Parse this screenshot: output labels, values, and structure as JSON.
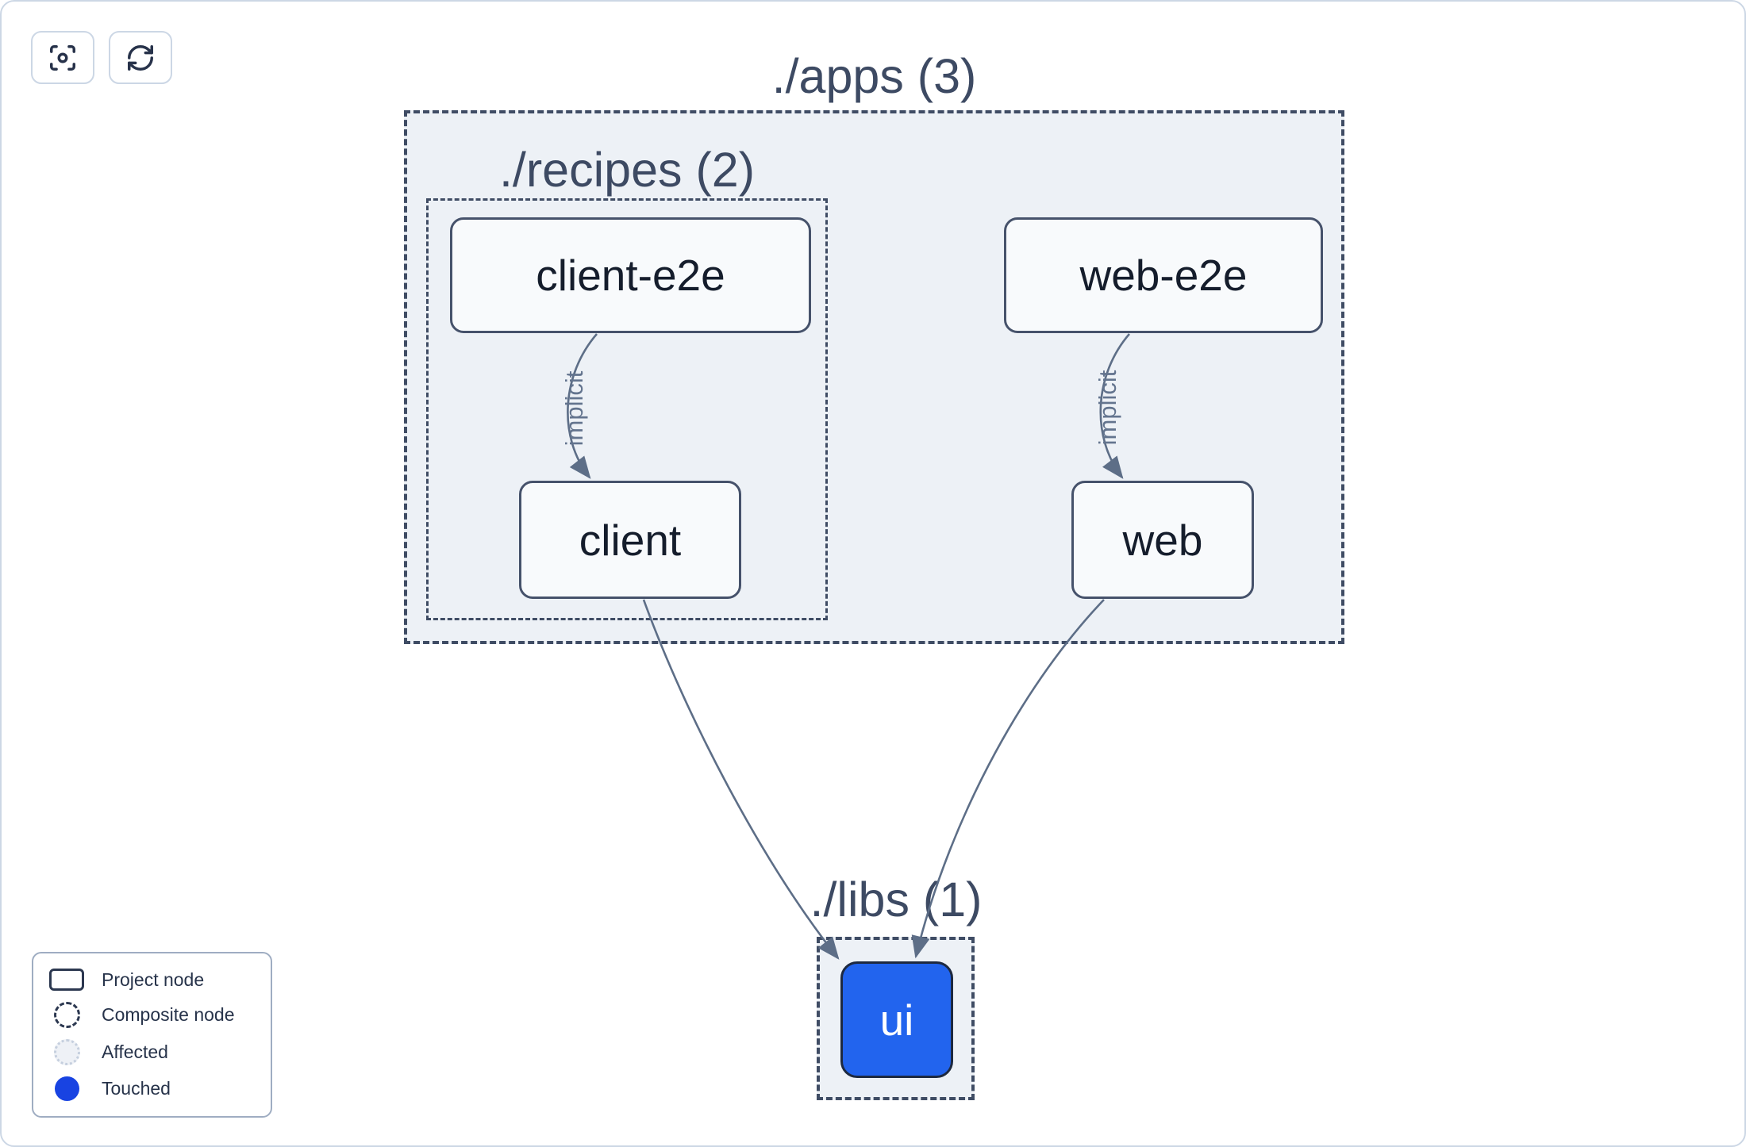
{
  "toolbar": {
    "buttons": [
      {
        "name": "focus",
        "icon": "focus-icon"
      },
      {
        "name": "refresh",
        "icon": "refresh-icon"
      }
    ]
  },
  "graph": {
    "groups": [
      {
        "id": "apps",
        "label": "./apps (3)",
        "count": 3
      },
      {
        "id": "recipes",
        "label": "./recipes (2)",
        "count": 2
      },
      {
        "id": "libs",
        "label": "./libs (1)",
        "count": 1
      }
    ],
    "nodes": [
      {
        "id": "client-e2e",
        "label": "client-e2e",
        "group": "recipes",
        "state": "normal"
      },
      {
        "id": "web-e2e",
        "label": "web-e2e",
        "group": "apps",
        "state": "normal"
      },
      {
        "id": "client",
        "label": "client",
        "group": "recipes",
        "state": "normal"
      },
      {
        "id": "web",
        "label": "web",
        "group": "apps",
        "state": "normal"
      },
      {
        "id": "ui",
        "label": "ui",
        "group": "libs",
        "state": "touched"
      }
    ],
    "edges": [
      {
        "source": "client-e2e",
        "target": "client",
        "label": "implicit"
      },
      {
        "source": "web-e2e",
        "target": "web",
        "label": "implicit"
      },
      {
        "source": "client",
        "target": "ui",
        "label": ""
      },
      {
        "source": "web",
        "target": "ui",
        "label": ""
      }
    ]
  },
  "legend": {
    "items": [
      {
        "label": "Project node",
        "swatch": "project-node"
      },
      {
        "label": "Composite node",
        "swatch": "composite-node"
      },
      {
        "label": "Affected",
        "swatch": "affected"
      },
      {
        "label": "Touched",
        "swatch": "touched"
      }
    ]
  },
  "colors": {
    "touched_node_fill": "#2264ee",
    "touched_legend_dot": "#1843e2",
    "node_fill": "#f8fafc",
    "node_border": "#46526b",
    "group_fill": "#edf1f6",
    "group_border": "#3f4c64",
    "edge": "#5d6e87",
    "group_label_text": "#3d4a63",
    "node_label_text": "#151d2c"
  }
}
